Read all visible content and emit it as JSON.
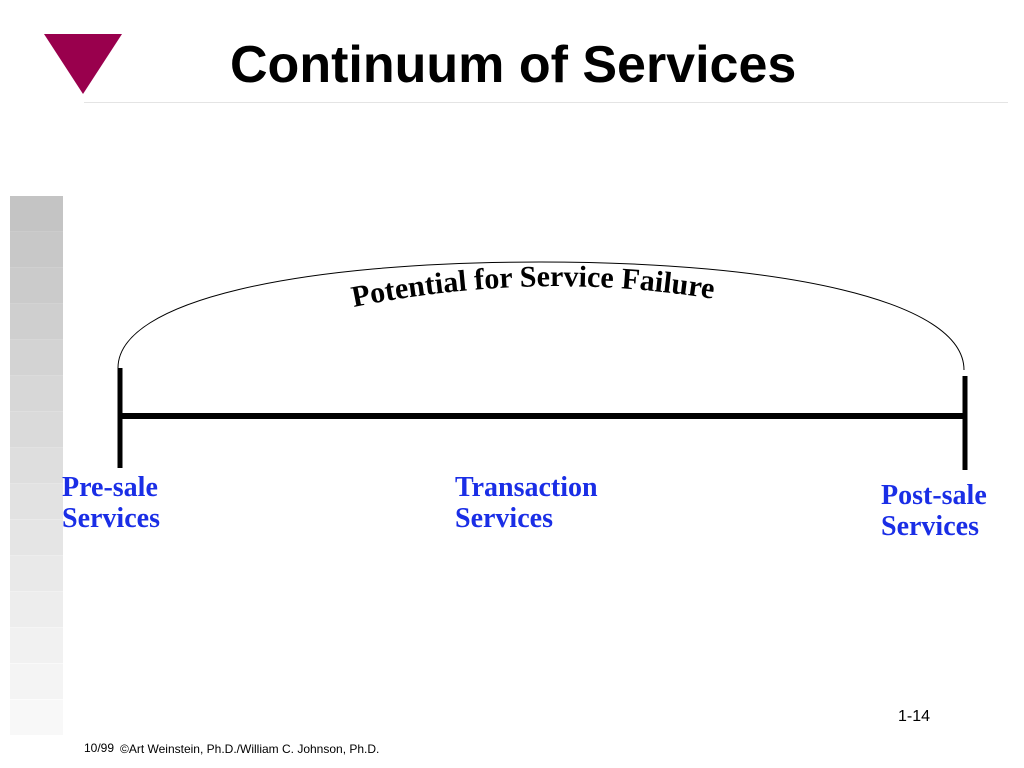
{
  "slide": {
    "title": "Continuum of Services",
    "bullet_icon": "triangle-down-icon",
    "accent_color": "#99004d",
    "label_color": "#1a2ee6"
  },
  "diagram": {
    "arc_label": "Potential for Service Failure",
    "stages": [
      {
        "line1": "Pre-sale",
        "line2": "Services"
      },
      {
        "line1": "Transaction",
        "line2": "Services"
      },
      {
        "line1": "Post-sale",
        "line2": "Services"
      }
    ]
  },
  "footer": {
    "date": "10/99",
    "credit": "©Art Weinstein, Ph.D./William C. Johnson, Ph.D.",
    "page_number": "1-14"
  }
}
